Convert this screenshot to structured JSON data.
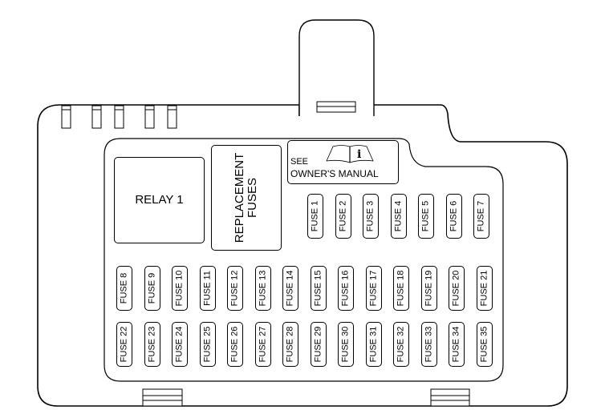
{
  "diagram": {
    "title": "Fuse box cover layout",
    "relay": {
      "label": "RELAY 1"
    },
    "replacement": {
      "line1": "REPLACEMENT",
      "line2": "FUSES"
    },
    "manual_note": {
      "line1": "SEE",
      "line2": "OWNER'S MANUAL",
      "icon": "book-info-icon"
    },
    "fuse_rows": [
      [
        "FUSE 1",
        "FUSE 2",
        "FUSE 3",
        "FUSE 4",
        "FUSE 5",
        "FUSE 6",
        "FUSE 7"
      ],
      [
        "FUSE 8",
        "FUSE 9",
        "FUSE 10",
        "FUSE 11",
        "FUSE 12",
        "FUSE 13",
        "FUSE 14",
        "FUSE 15",
        "FUSE 16",
        "FUSE 17",
        "FUSE 18",
        "FUSE 19",
        "FUSE 20",
        "FUSE 21"
      ],
      [
        "FUSE 22",
        "FUSE 23",
        "FUSE 24",
        "FUSE 25",
        "FUSE 26",
        "FUSE 27",
        "FUSE 28",
        "FUSE 29",
        "FUSE 30",
        "FUSE 31",
        "FUSE 32",
        "FUSE 33",
        "FUSE 34",
        "FUSE 35"
      ]
    ],
    "colors": {
      "line": "#000000",
      "background": "#ffffff"
    }
  }
}
